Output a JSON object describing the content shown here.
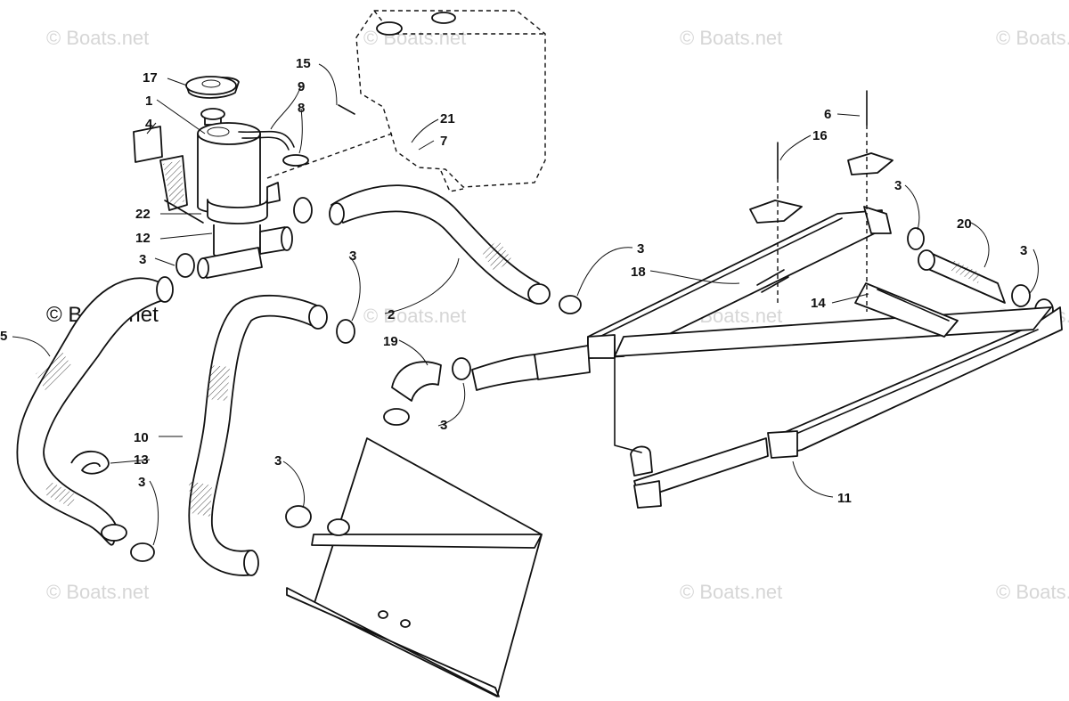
{
  "watermark": {
    "text": "© Boats.net",
    "prominent_text": "© Boats.net"
  },
  "callouts": [
    {
      "id": "c17",
      "label": "17"
    },
    {
      "id": "c1",
      "label": "1"
    },
    {
      "id": "c4",
      "label": "4"
    },
    {
      "id": "c22",
      "label": "22"
    },
    {
      "id": "c12",
      "label": "12"
    },
    {
      "id": "c3a",
      "label": "3"
    },
    {
      "id": "c5",
      "label": "5"
    },
    {
      "id": "c15",
      "label": "15"
    },
    {
      "id": "c9",
      "label": "9"
    },
    {
      "id": "c8",
      "label": "8"
    },
    {
      "id": "c21",
      "label": "21"
    },
    {
      "id": "c7",
      "label": "7"
    },
    {
      "id": "c3b",
      "label": "3"
    },
    {
      "id": "c2",
      "label": "2"
    },
    {
      "id": "c19",
      "label": "19"
    },
    {
      "id": "c3c",
      "label": "3"
    },
    {
      "id": "c10",
      "label": "10"
    },
    {
      "id": "c13",
      "label": "13"
    },
    {
      "id": "c3d",
      "label": "3"
    },
    {
      "id": "c3e",
      "label": "3"
    },
    {
      "id": "c3f",
      "label": "3"
    },
    {
      "id": "c18",
      "label": "18"
    },
    {
      "id": "c6",
      "label": "6"
    },
    {
      "id": "c16",
      "label": "16"
    },
    {
      "id": "c3g",
      "label": "3"
    },
    {
      "id": "c20",
      "label": "20"
    },
    {
      "id": "c3h",
      "label": "3"
    },
    {
      "id": "c14",
      "label": "14"
    },
    {
      "id": "c11",
      "label": "11"
    }
  ]
}
